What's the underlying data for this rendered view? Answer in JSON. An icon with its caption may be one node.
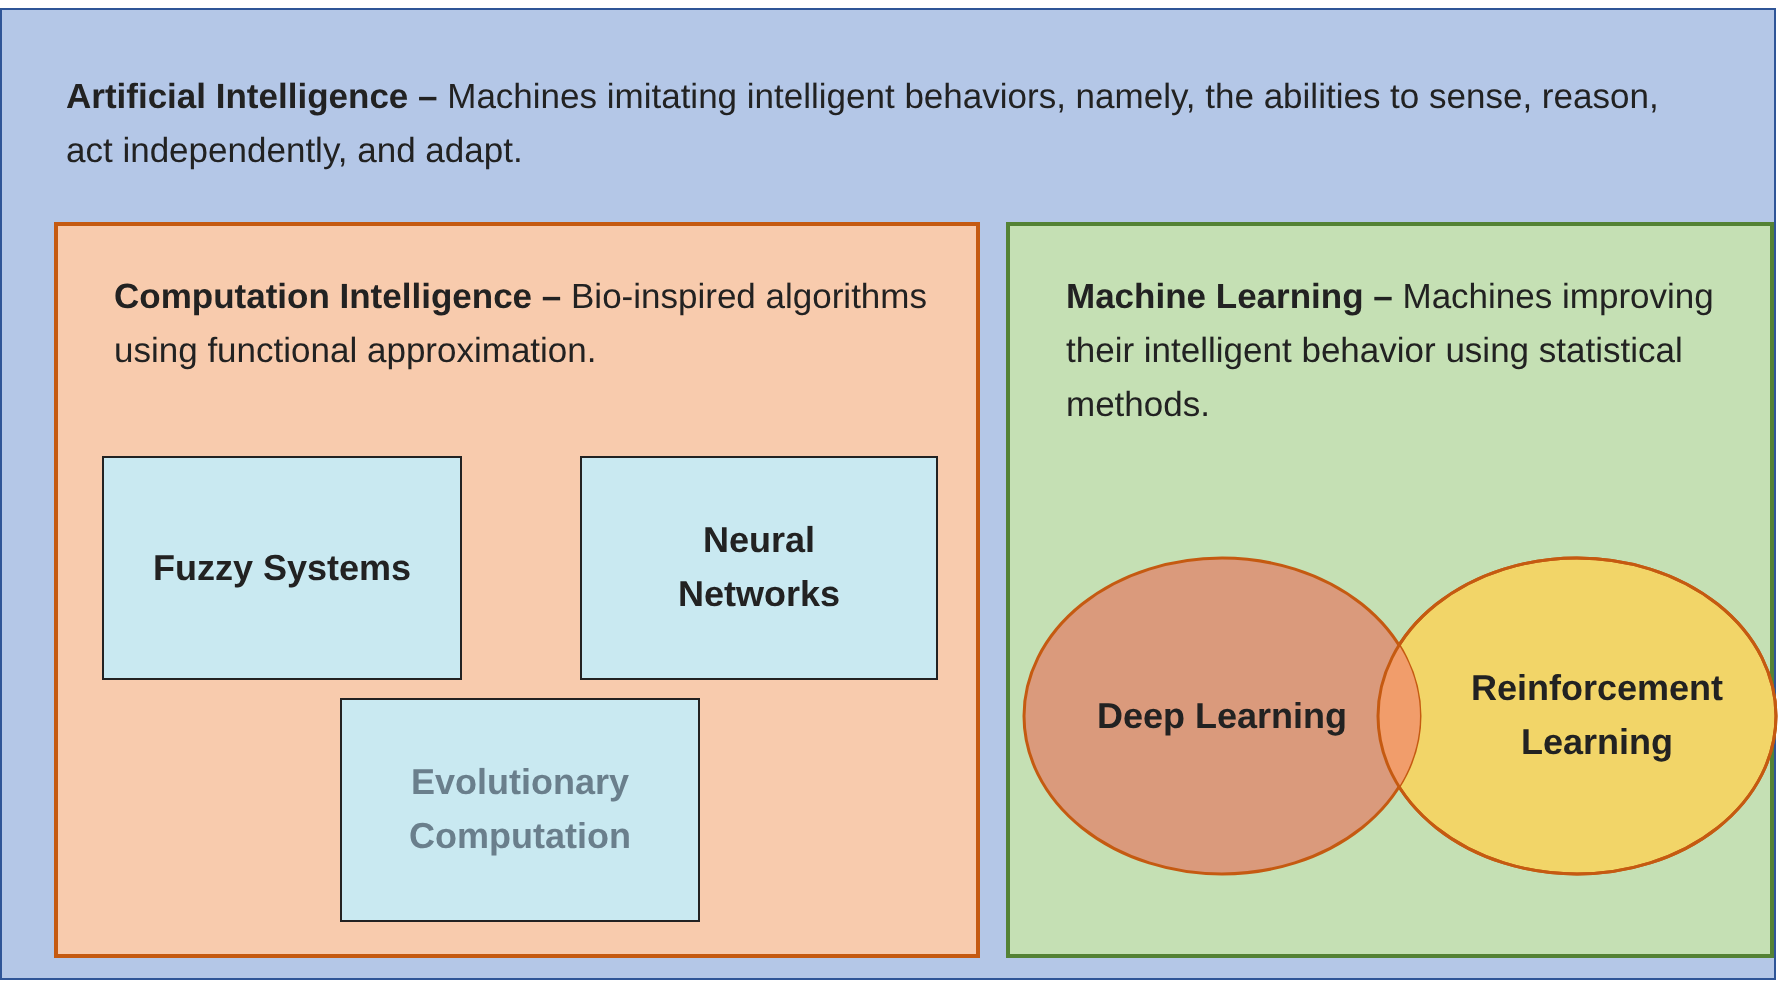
{
  "diagram": {
    "nodes": [
      {
        "text": [
          "**Artificial Intelligence –** Machines imitating intelligent behaviors, namely, the abilities to sense, reason, act independently, and adapt."
        ]
      },
      {
        "text": [
          "**Computation Intelligence –** Bio-inspired algorithms using functional approximation."
        ],
        "in": 0
      },
      {
        "text": [
          "Fuzzy Systems"
        ],
        "in": 1
      },
      {
        "text": [
          "Neural Networks"
        ],
        "in": 1
      },
      {
        "text": [
          "Evolutionary Computation"
        ],
        "in": 1
      },
      {
        "text": [
          "**Machine Learning –** Machines improving their intelligent behavior using statistical methods."
        ],
        "in": 0
      },
      {
        "text": [
          "Deep Learning"
        ],
        "in": 5
      },
      {
        "text": [
          "Reinforcement Learning"
        ],
        "in": 5
      }
    ]
  }
}
